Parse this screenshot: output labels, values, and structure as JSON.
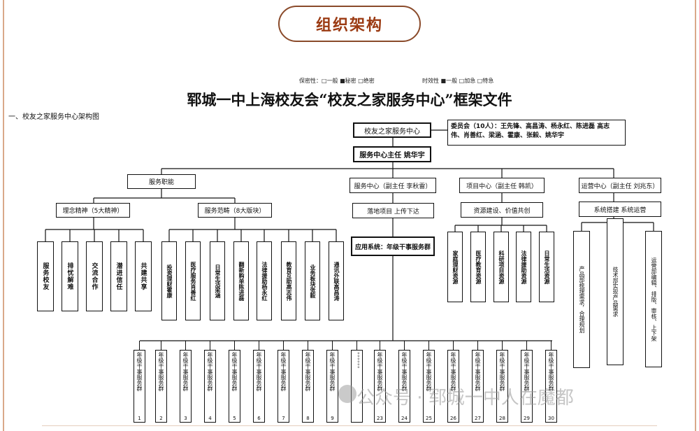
{
  "header": {
    "title": "组织架构"
  },
  "doc": {
    "confidentiality": "保密性：□一般 ■秘密 □绝密",
    "timeliness": "时效性 ■一般 □加急 □特急",
    "title": "郓城一中上海校友会“校友之家服务中心”框架文件",
    "section": "一、校友之家服务中心架构图"
  },
  "org": {
    "root": "校友之家服务中心",
    "committee": "委员会（10人）：王先锋、高昌涛、杨永红、陈进磊 高志伟、肖善红、梁涵、霍康、张毅、姚华宇",
    "director": "服务中心主任 姚华宇",
    "branches": {
      "duties": "服务职能",
      "service_center": "服务中心（副主任 李秋雷）",
      "project_center": "项目中心（副主任 韩凯）",
      "ops_center": "运营中心（副主任 刘兆东）"
    },
    "duties": {
      "spirit": "理念精神（5大精神）",
      "scope": "服务范畴（8大版块）",
      "spirit_items": [
        "服务校友",
        "排忧解难",
        "交流合作",
        "潜进信任",
        "共建共享"
      ],
      "scope_items": [
        "投资理财霍康",
        "医疗服务肖善红",
        "日常生活梁涵",
        "翻新购单陈进磊",
        "法律援助杨永红",
        "教育互助高志伟",
        "业务板块张毅",
        "通讯外联高昌涛"
      ]
    },
    "service": {
      "sub": "落地项目 上传下达",
      "app": "应用系统：年级干事服务群"
    },
    "project": {
      "sub": "资源建设、价值共创",
      "items": [
        "家庭理财资源",
        "医疗教育资源",
        "科研项目资源",
        "法律援助资源",
        "日常生活资源"
      ]
    },
    "ops": {
      "sub": "系统搭建 系统运营",
      "items": [
        "产品部梳理需求，合理规划",
        "技术部实现产品需求",
        "运营部编辑、排版、审核、上下架"
      ]
    },
    "year_label": "年级干事服务群",
    "year_groups": [
      {
        "label": "年级干事服务群",
        "n": "1"
      },
      {
        "label": "年级干事服务群",
        "n": "2"
      },
      {
        "label": "年级干事服务群",
        "n": "3"
      },
      {
        "label": "年级干事服务群",
        "n": "4"
      },
      {
        "label": "年级干事服务群",
        "n": "5"
      },
      {
        "label": "年级干事服务群",
        "n": "6"
      },
      {
        "label": "年级干事服务群",
        "n": "7"
      },
      {
        "label": "年级干事服务群",
        "n": "8"
      },
      {
        "label": "年级干事服务群",
        "n": "9"
      },
      {
        "label": "。。。。。。",
        "n": ""
      },
      {
        "label": "年级干事服务群",
        "n": "23"
      },
      {
        "label": "年级干事服务群",
        "n": "24"
      },
      {
        "label": "年级干事服务群",
        "n": "25"
      },
      {
        "label": "年级干事服务群",
        "n": "26"
      },
      {
        "label": "年级干事服务群",
        "n": "27"
      },
      {
        "label": "年级干事服务群",
        "n": "28"
      },
      {
        "label": "年级干事服务群",
        "n": "29"
      },
      {
        "label": "年级干事服务群",
        "n": "30"
      }
    ]
  },
  "watermark": "公众号 · 郓城一中人在魔都"
}
